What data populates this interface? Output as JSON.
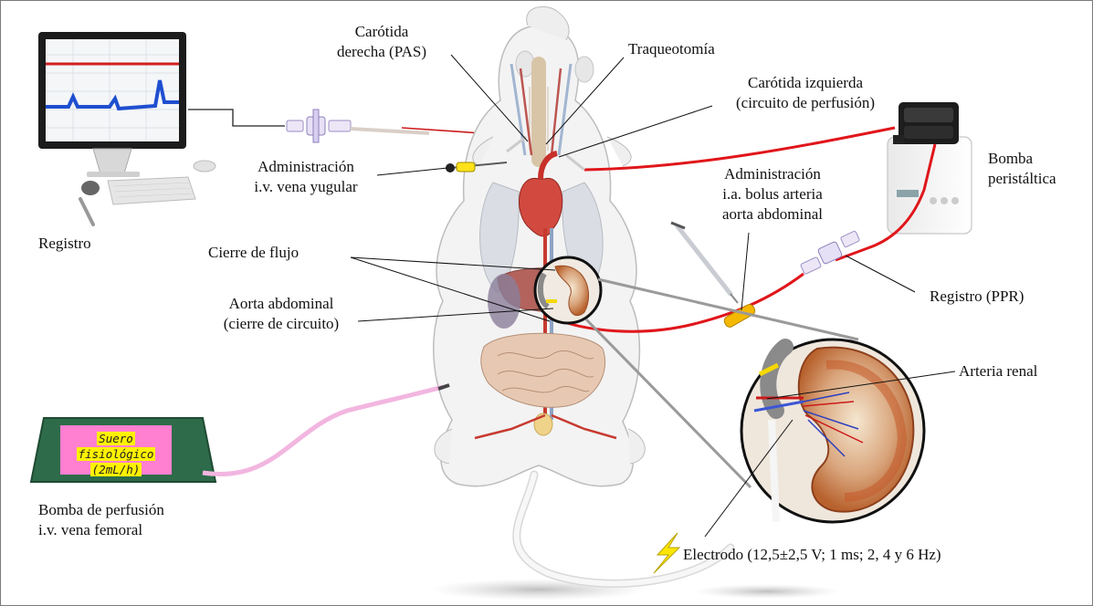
{
  "labels": {
    "carotida_derecha": [
      "Carótida",
      "derecha (PAS)"
    ],
    "traqueotomia": "Traqueotomía",
    "carotida_izquierda": [
      "Carótida izquierda",
      "(circuito de perfusión)"
    ],
    "bomba_peristaltica": [
      "Bomba",
      "peristáltica"
    ],
    "administracion_iv": [
      "Administración",
      "i.v. vena yugular"
    ],
    "registro": "Registro",
    "administracion_ia": [
      "Administración",
      "i.a. bolus arteria",
      "aorta abdominal"
    ],
    "cierre_flujo": "Cierre de flujo",
    "registro_ppr": "Registro (PPR)",
    "aorta_abdominal": [
      "Aorta abdominal",
      "(cierre de circuito)"
    ],
    "arteria_renal": "Arteria renal",
    "suero": [
      "Suero",
      "fisiológico",
      "(2mL/h)"
    ],
    "bomba_perfusion": [
      "Bomba de perfusión",
      "i.v. vena femoral"
    ],
    "electrodo": "Electrodo (12,5±2,5 V; 1 ms; 2, 4 y 6 Hz)"
  },
  "colors": {
    "perfusion_line": "#e0161b",
    "infusion_tube": "#f2b6e0",
    "pump_green": "#2e6b4a",
    "suero_bg": "#ff7fd0",
    "suero_highlight": "#fff200",
    "bolus_yellow": "#f5b800",
    "bolt_yellow": "#ffe600"
  }
}
